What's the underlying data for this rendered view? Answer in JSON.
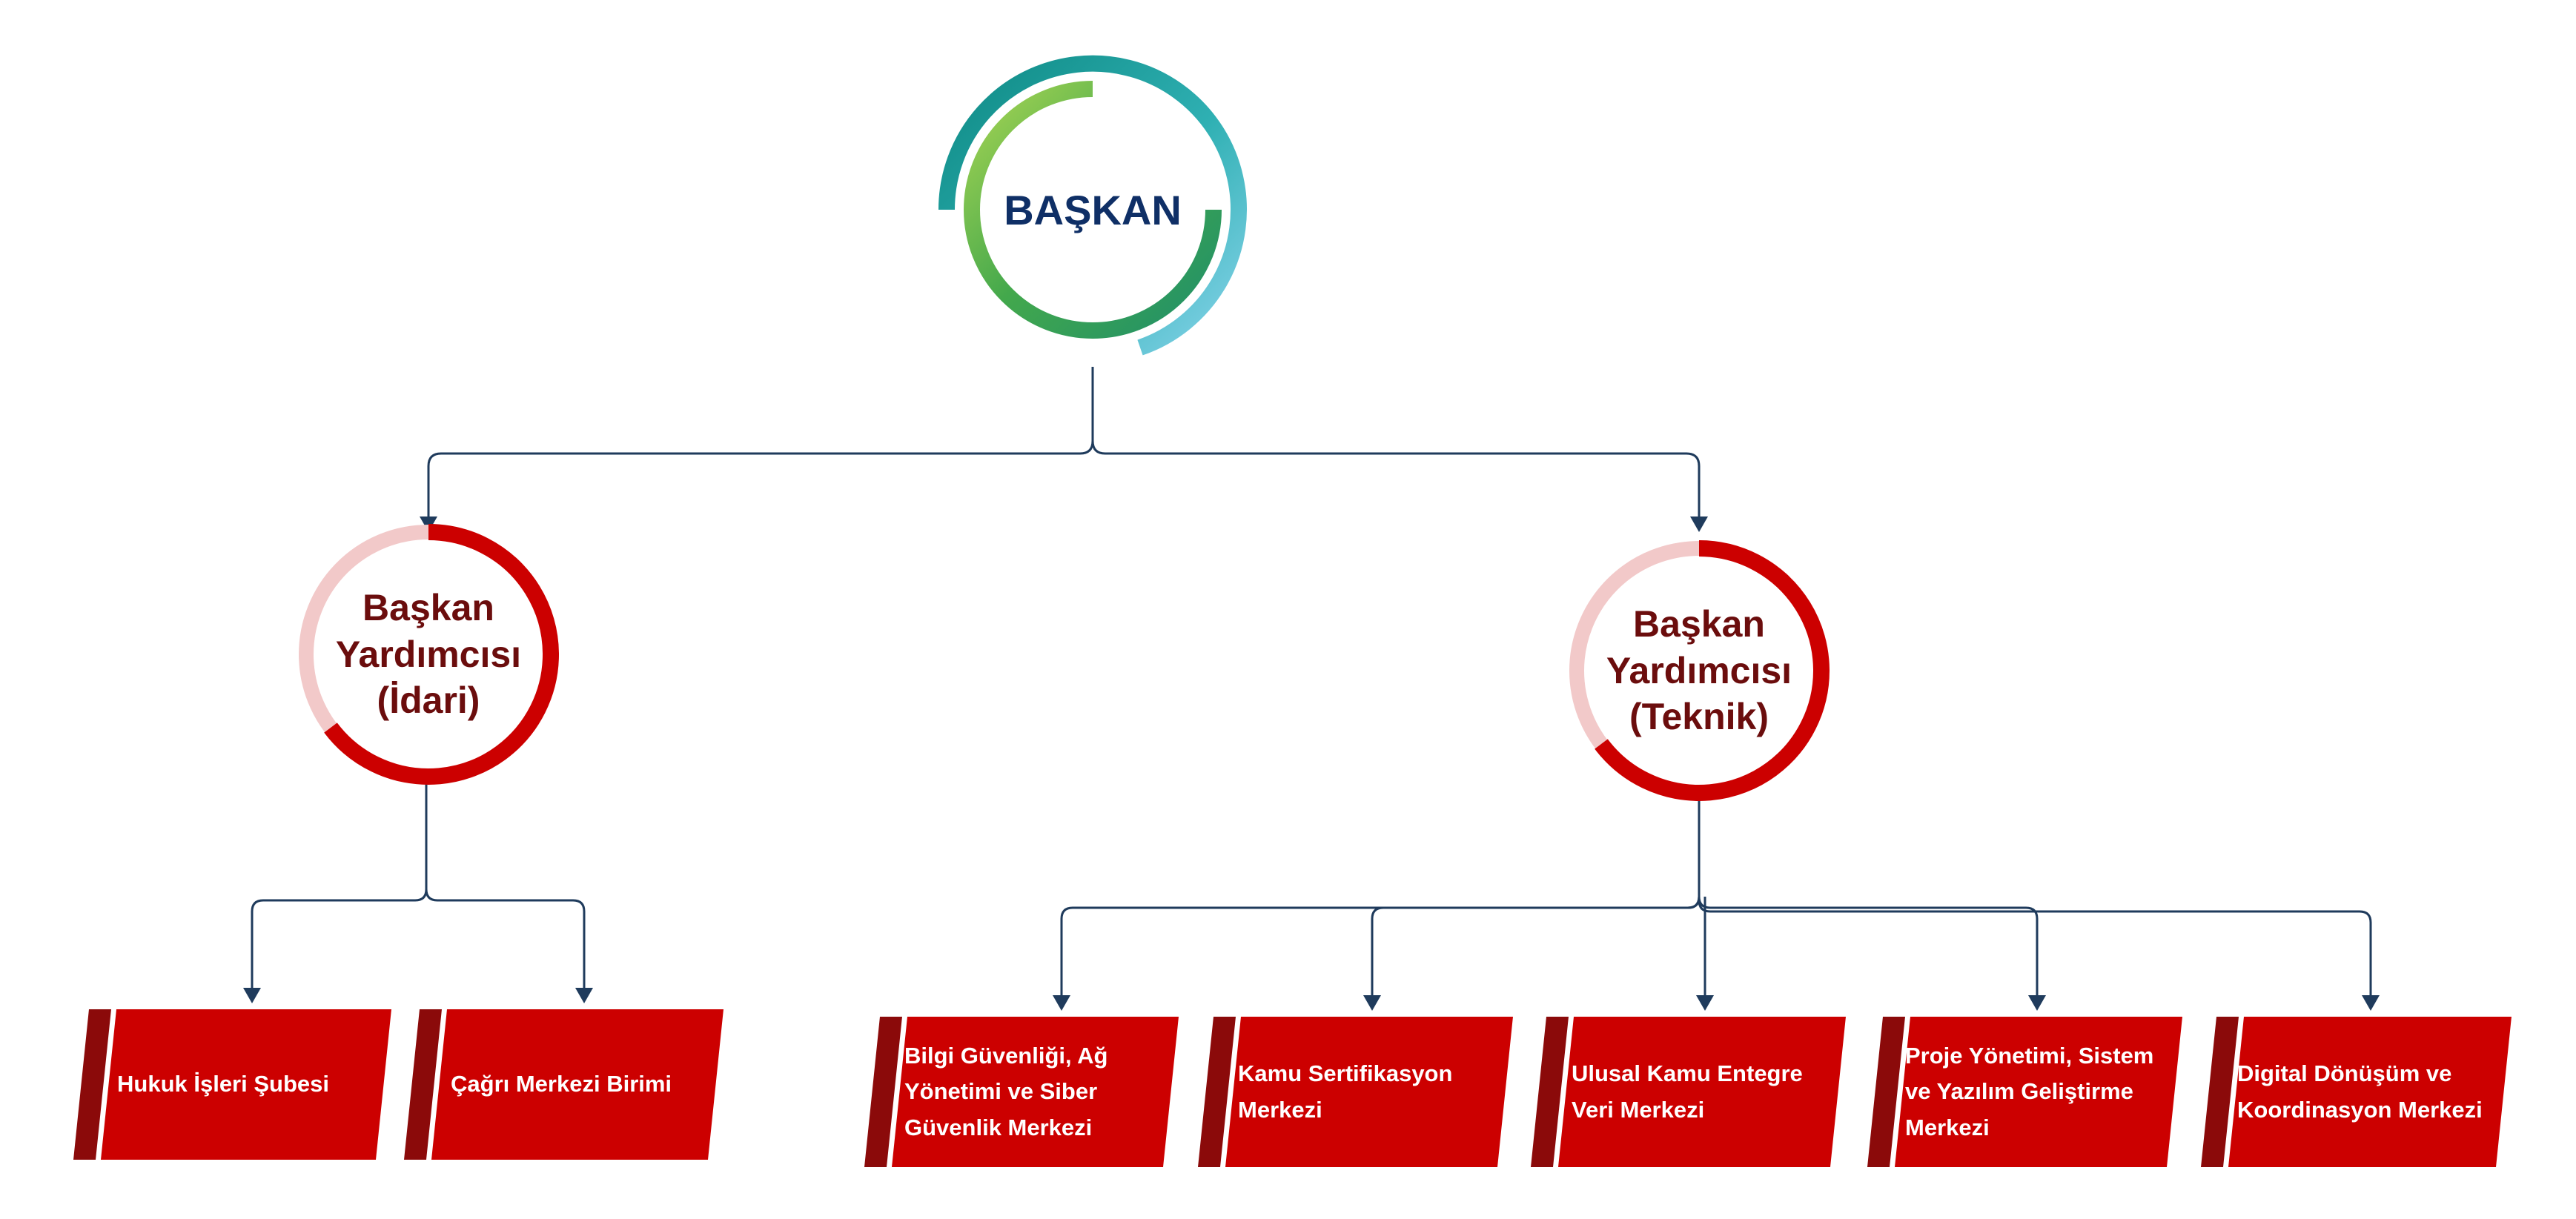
{
  "root": {
    "label": "BAŞKAN"
  },
  "vice_presidents": [
    {
      "lines": [
        "Başkan",
        "Yardımcısı",
        "(İdari)"
      ]
    },
    {
      "lines": [
        "Başkan",
        "Yardımcısı",
        "(Teknik)"
      ]
    }
  ],
  "units_idari": [
    {
      "label": "Hukuk İşleri Şubesi"
    },
    {
      "label": "Çağrı Merkezi Birimi"
    }
  ],
  "units_teknik": [
    {
      "lines": [
        "Bilgi Güvenliği, Ağ",
        "Yönetimi ve Siber",
        "Güvenlik Merkezi"
      ]
    },
    {
      "lines": [
        "Kamu Sertifikasyon",
        "Merkezi"
      ]
    },
    {
      "lines": [
        "Ulusal Kamu Entegre",
        "Veri Merkezi"
      ]
    },
    {
      "lines": [
        "Proje Yönetimi, Sistem",
        "ve Yazılım Geliştirme",
        "Merkezi"
      ]
    },
    {
      "lines": [
        "Digital Dönüşüm ve",
        "Koordinasyon Merkezi"
      ]
    }
  ],
  "colors": {
    "connector": "#1f3b5c",
    "root_outer_teal": "#14918f",
    "root_outer_light": "#7fcde3",
    "root_inner_green": "#3aa44a",
    "root_inner_lime": "#9ccf4f",
    "root_text": "#0f2f66",
    "vp_ring": "#cc0000",
    "vp_ring_light": "#f2c9c9",
    "vp_text": "#6b0d0d",
    "unit_fill": "#cc0000",
    "unit_stripe": "#8b0a0a"
  }
}
